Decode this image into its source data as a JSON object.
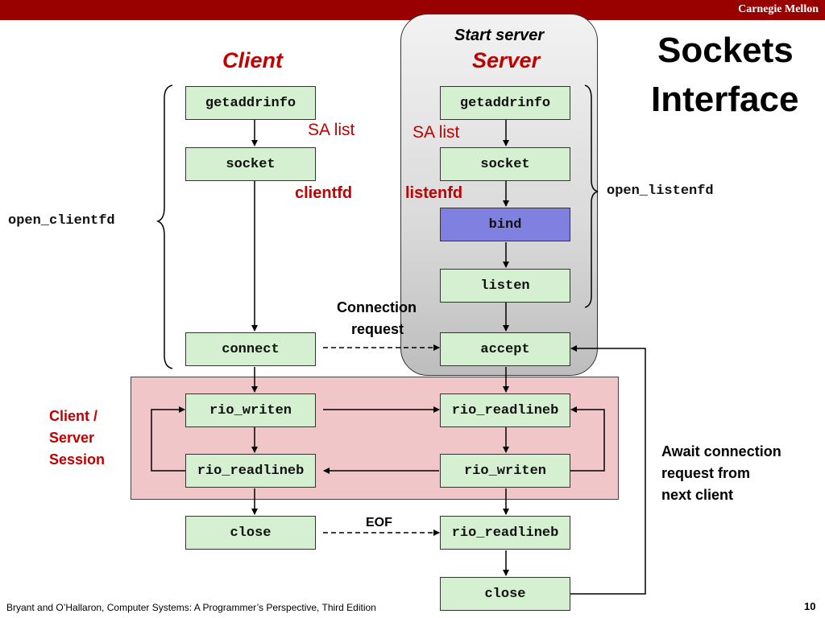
{
  "header": {
    "brand": "Carnegie Mellon"
  },
  "title": {
    "line1": "Sockets",
    "line2": "Interface"
  },
  "columns": {
    "client": "Client",
    "server_caption": "Start server",
    "server": "Server"
  },
  "client_boxes": {
    "getaddrinfo": "getaddrinfo",
    "socket": "socket",
    "connect": "connect",
    "rio_writen": "rio_writen",
    "rio_readlineb": "rio_readlineb",
    "close": "close"
  },
  "server_boxes": {
    "getaddrinfo": "getaddrinfo",
    "socket": "socket",
    "bind": "bind",
    "listen": "listen",
    "accept": "accept",
    "rio_readlineb": "rio_readlineb",
    "rio_writen": "rio_writen",
    "rio_readlineb_eof": "rio_readlineb",
    "close": "close"
  },
  "annotations": {
    "client_sa_list": "SA list",
    "server_sa_list": "SA list",
    "clientfd": "clientfd",
    "listenfd": "listenfd",
    "open_clientfd": "open_clientfd",
    "open_listenfd": "open_listenfd",
    "connection_request_1": "Connection",
    "connection_request_2": "request",
    "session_1": "Client /",
    "session_2": "Server",
    "session_3": "Session",
    "eof": "EOF",
    "await_1": "Await connection",
    "await_2": "request from",
    "await_3": "next client"
  },
  "footer": {
    "citation": "Bryant and O’Hallaron, Computer Systems: A Programmer’s Perspective, Third Edition",
    "page_number": "10"
  },
  "colors": {
    "brand_red": "#990000",
    "label_red": "#c00000",
    "box_green": "#d5f0d0",
    "bind_blue": "#8080e0",
    "session_pink": "#f0c6c9"
  }
}
